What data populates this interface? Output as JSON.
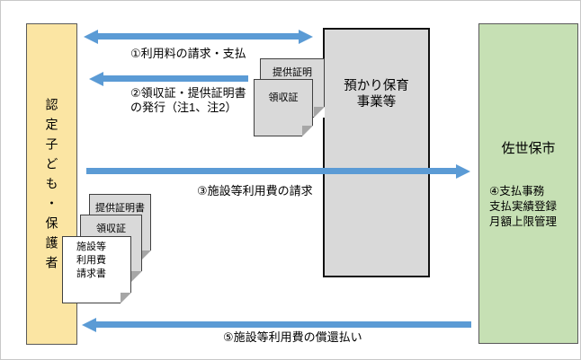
{
  "palette": {
    "arrow_blue": "#5B9BD5",
    "parents_yellow": "#FBE5A3",
    "city_green": "#C6E0B4",
    "daycare_gray": "#D9D9D9",
    "doc_gray": "#D9D9D9",
    "doc_white": "#FFFFFF"
  },
  "boxes": {
    "parents_label": "認定子ども・保護者",
    "daycare_label": "預かり保育\n事業等",
    "city_title": "佐世保市",
    "city_duties": [
      "④支払事務",
      "支払実績登録",
      "月額上限管理"
    ]
  },
  "arrows": {
    "fee_label": "①利用料の請求・支払",
    "receipt_label": "②領収証・提供証明書\nの発行（注1、注2）",
    "claim_label": "③施設等利用費の請求",
    "reimburse_label": "⑤施設等利用費の償還払い"
  },
  "documents": {
    "top_back_label": "提供証明",
    "top_front_label": "領収証",
    "left_back_label": "提供証明書",
    "left_middle_label": "領収証",
    "left_front_label": "施設等\n利用費\n請求書"
  }
}
